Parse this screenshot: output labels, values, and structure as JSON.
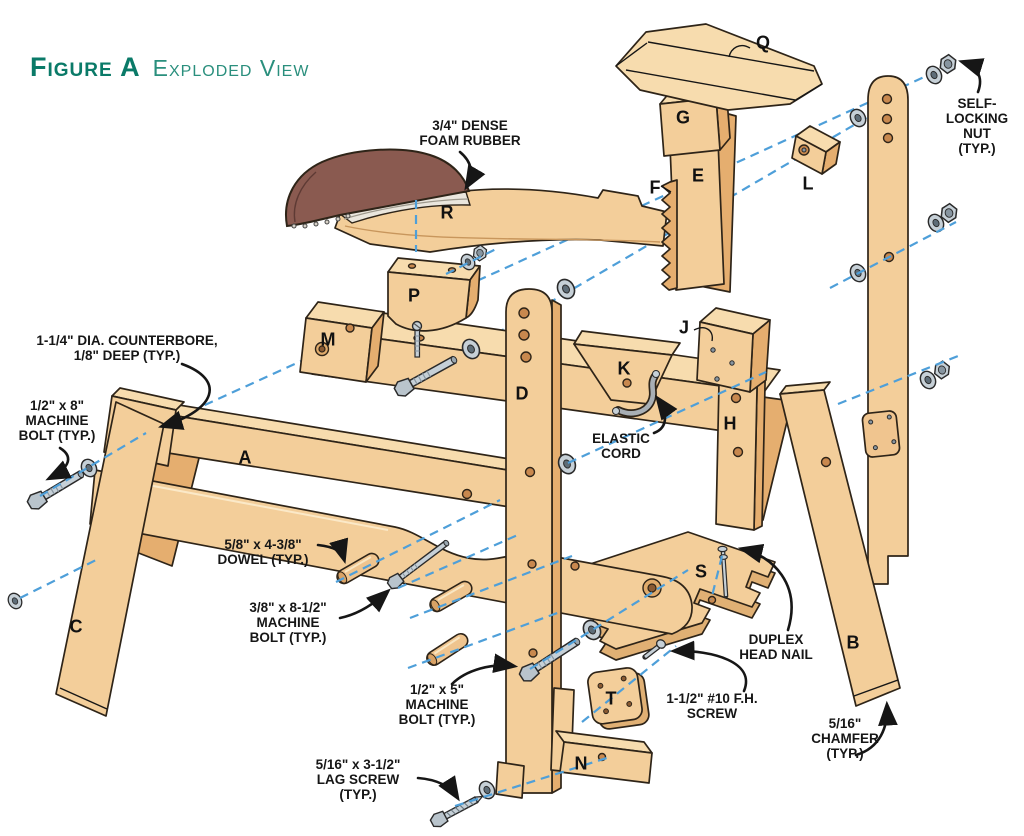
{
  "title": {
    "figure": "Figure A",
    "subtitle": "Exploded View"
  },
  "colors": {
    "accent_teal": "#0A7A68",
    "subtitle_teal": "#2A8F7D",
    "dashed_line_blue": "#4E9FD9",
    "wood_face": "#F3CE9A",
    "wood_top": "#F7DCAE",
    "wood_side": "#E5AE6F",
    "outline": "#2E2418",
    "metal": "#C6D0D7",
    "foam_brown": "#8A5A50",
    "label_black": "#161616"
  },
  "part_letters": {
    "a": "A",
    "b": "B",
    "c": "C",
    "d": "D",
    "e": "E",
    "f": "F",
    "g": "G",
    "h": "H",
    "j": "J",
    "k": "K",
    "l": "L",
    "m": "M",
    "n": "N",
    "p": "P",
    "q": "Q",
    "r": "R",
    "s": "S",
    "t": "T"
  },
  "callouts": {
    "foam_rubber": "3/4\" DENSE\nFOAM RUBBER",
    "self_locking_nut": "SELF-\nLOCKING\nNUT (TYP.)",
    "counterbore": "1-1/4\" DIA. COUNTERBORE,\n1/8\" DEEP (TYP.)",
    "machine_bolt_8": "1/2\" x 8\"\nMACHINE\nBOLT (TYP.)",
    "dowel": "5/8\" x 4-3/8\"\nDOWEL (TYP.)",
    "machine_bolt_8_5": "3/8\" x 8-1/2\"\nMACHINE\nBOLT (TYP.)",
    "machine_bolt_5": "1/2\" x 5\"\nMACHINE\nBOLT (TYP.)",
    "lag_screw": "5/16\" x 3-1/2\"\nLAG SCREW\n(TYP.)",
    "elastic_cord": "ELASTIC\nCORD",
    "duplex_nail": "DUPLEX\nHEAD NAIL",
    "fh_screw": "1-1/2\" #10 F.H.\nSCREW",
    "chamfer": "5/16\"\nCHAMFER\n(TYP.)"
  }
}
